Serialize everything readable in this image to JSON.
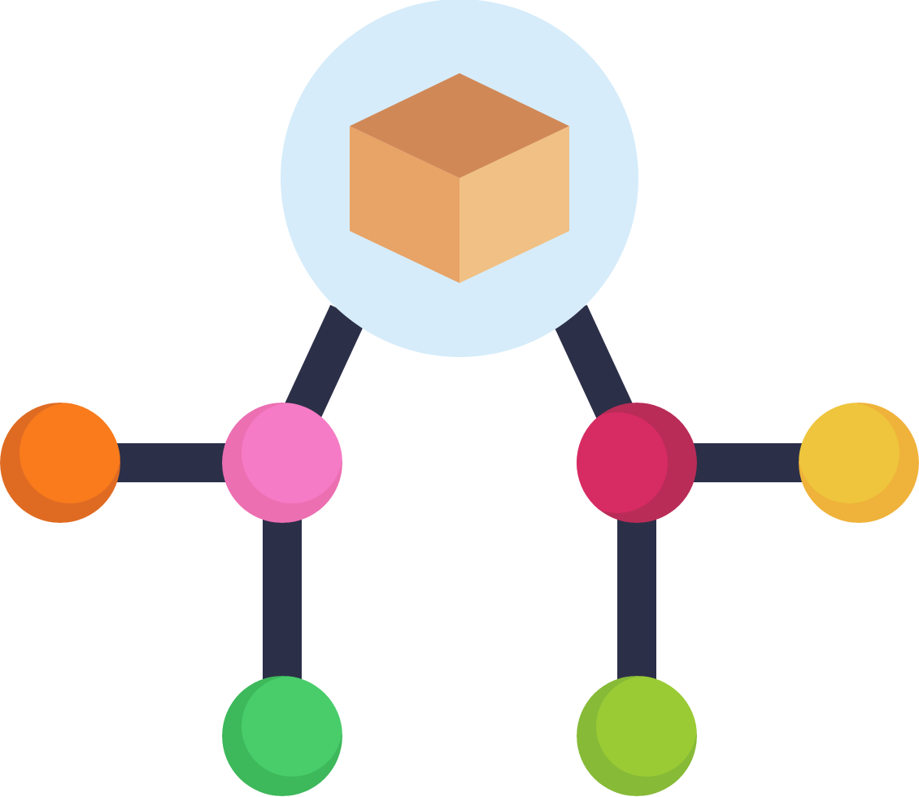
{
  "icon": "box-network-icon",
  "colors": {
    "background": "#ffffff",
    "connector": "#2c2f48",
    "hub_circle": "#d6ecfa",
    "box_top": "#d18857",
    "box_left": "#e8a367",
    "box_right": "#f1c084"
  },
  "nodes": [
    {
      "id": "node-pink",
      "color": "#f67bc6",
      "shade": "#ec6fb2"
    },
    {
      "id": "node-orange",
      "color": "#f97b1c",
      "shade": "#df6b22"
    },
    {
      "id": "node-green",
      "color": "#48cd6a",
      "shade": "#3db85b"
    },
    {
      "id": "node-crimson",
      "color": "#d72b63",
      "shade": "#b92c57"
    },
    {
      "id": "node-yellow",
      "color": "#eec53c",
      "shade": "#efb23a"
    },
    {
      "id": "node-lime",
      "color": "#9acb34",
      "shade": "#87ba37"
    }
  ]
}
